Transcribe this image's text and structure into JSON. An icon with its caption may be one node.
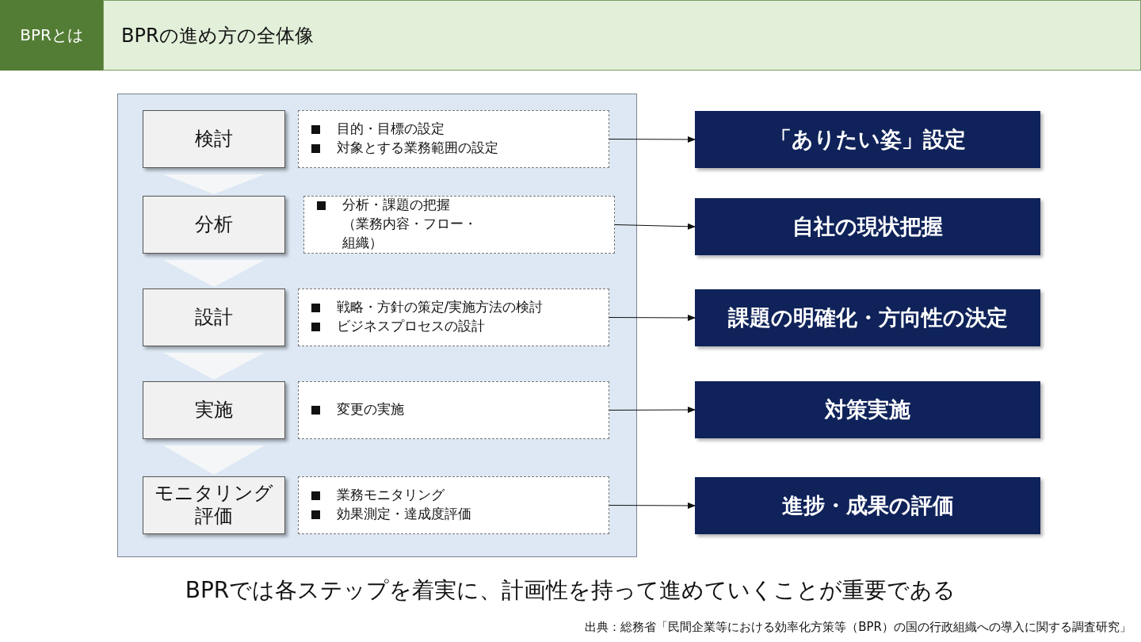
{
  "diagram": {
    "title": "BPRの進め方の全体像",
    "nodes": [
      {
        "text": [],
        "shape": "box"
      },
      {
        "text": [
          "検討"
        ],
        "in": 0
      },
      {
        "text": [
          "分析"
        ],
        "in": 0
      },
      {
        "text": [
          "設計"
        ],
        "in": 0
      },
      {
        "text": [
          "実施"
        ],
        "in": 0
      },
      {
        "text": [
          "モニタリング評価"
        ],
        "in": 0
      },
      {
        "text": [
          "目的・目標の設定",
          "対象とする業務範囲の設定"
        ],
        "in": 0
      },
      {
        "text": [
          "分析・課題の把握（業務内容・フロー・組織）"
        ],
        "in": 0
      },
      {
        "text": [
          "戦略・方針の策定/実施方法の検討",
          "ビジネスプロセスの設計"
        ],
        "in": 0
      },
      {
        "text": [
          "変更の実施"
        ],
        "in": 0
      },
      {
        "text": [
          "業務モニタリング",
          "効果測定・達成度評価"
        ],
        "in": 0
      },
      {
        "text": [
          "「ありたい姿」設定"
        ]
      },
      {
        "text": [
          "自社の現状把握"
        ]
      },
      {
        "text": [
          "課題の明確化・方向性の決定"
        ]
      },
      {
        "text": [
          "対策実施"
        ]
      },
      {
        "text": [
          "進捗・成果の評価"
        ]
      }
    ],
    "edges": [
      {
        "from": 1,
        "to": 2,
        "arrow": "to"
      },
      {
        "from": 2,
        "to": 3,
        "arrow": "to"
      },
      {
        "from": 3,
        "to": 4,
        "arrow": "to"
      },
      {
        "from": 4,
        "to": 5,
        "arrow": "to"
      },
      {
        "from": 6,
        "to": 11,
        "arrow": "to"
      },
      {
        "from": 7,
        "to": 12,
        "arrow": "to"
      },
      {
        "from": 8,
        "to": 13,
        "arrow": "to"
      },
      {
        "from": 9,
        "to": 14,
        "arrow": "to"
      },
      {
        "from": 10,
        "to": 15,
        "arrow": "to"
      }
    ],
    "labels": [
      "BPRとは",
      "BPRでは各ステップを着実に、計画性を持って進めていくことが重要である",
      "出典：総務省「民間企業等における効率化方策等（BPR）の国の行政組織への導入に関する調査研究」"
    ]
  }
}
